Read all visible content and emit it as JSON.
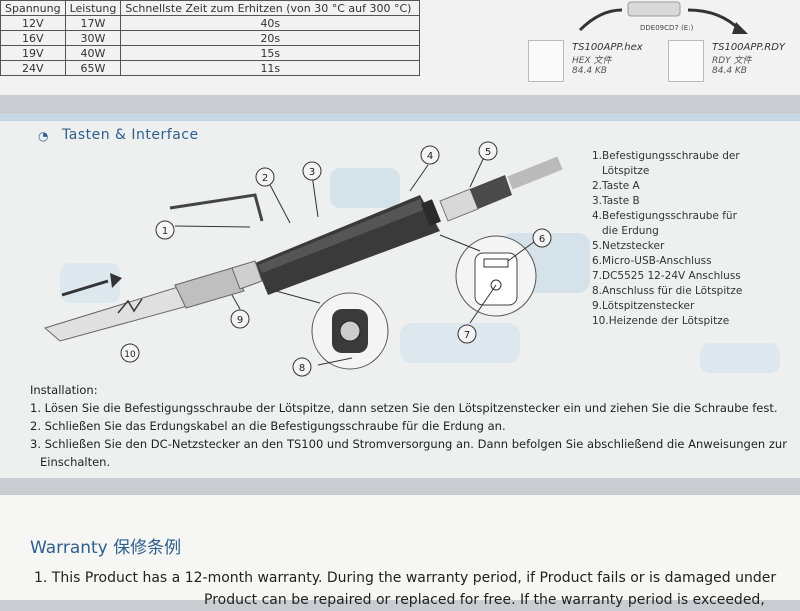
{
  "spec_table": {
    "headers": [
      "Spannung",
      "Leistung",
      "Schnellste Zeit zum Erhitzen (von 30 °C auf 300 °C)"
    ],
    "rows": [
      [
        "12V",
        "17W",
        "40s"
      ],
      [
        "16V",
        "30W",
        "20s"
      ],
      [
        "19V",
        "40W",
        "15s"
      ],
      [
        "24V",
        "65W",
        "11s"
      ]
    ]
  },
  "drive": {
    "label": "DDE09CD7 (E:)"
  },
  "files": [
    {
      "name": "TS100APP.hex",
      "type": "HEX 文件",
      "size": "84.4 KB"
    },
    {
      "name": "TS100APP.RDY",
      "type": "RDY 文件",
      "size": "84.4 KB"
    }
  ],
  "section": {
    "title": "Tasten & Interface"
  },
  "callouts": [
    "1",
    "2",
    "3",
    "4",
    "5",
    "6",
    "7",
    "8",
    "9",
    "10"
  ],
  "legend": [
    "1.Befestigungsschraube der",
    "Lötspitze",
    "2.Taste A",
    "3.Taste B",
    "4.Befestigungsschraube für",
    "die Erdung",
    "5.Netzstecker",
    "6.Micro-USB-Anschluss",
    "7.DC5525 12-24V Anschluss",
    "8.Anschluss für die Lötspitze",
    "9.Lötspitzenstecker",
    "10.Heizende der Lötspitze"
  ],
  "installation": {
    "heading": "Installation:",
    "steps": [
      "1. Lösen Sie die Befestigungsschraube der Lötspitze, dann setzen Sie den Lötspitzenstecker ein und ziehen Sie die Schraube fest.",
      "2. Schließen Sie das Erdungskabel an die Befestigungsschraube für die Erdung an.",
      "3. Schließen Sie den DC-Netzstecker an den TS100 und Stromversorgung an. Dann befolgen Sie abschließend die Anweisungen zur",
      "Einschalten."
    ]
  },
  "warranty": {
    "title": "Warranty 保修条例",
    "lines": [
      "1. This Product has a 12-month warranty. During the warranty period, if Product fails or is damaged under",
      "Product can be repaired or replaced for free. If the warranty period is exceeded,"
    ]
  },
  "colors": {
    "accent_blue": "#2e5f8c",
    "band_blue": "#c5d7e3"
  }
}
